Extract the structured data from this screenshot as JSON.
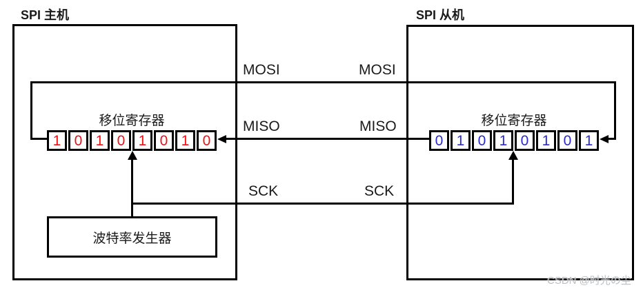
{
  "diagram": {
    "master": {
      "title": "SPI 主机",
      "register_label": "移位寄存器",
      "bits": [
        "1",
        "0",
        "1",
        "0",
        "1",
        "0",
        "1",
        "0"
      ],
      "baud_label": "波特率发生器"
    },
    "slave": {
      "title": "SPI 从机",
      "register_label": "移位寄存器",
      "bits": [
        "0",
        "1",
        "0",
        "1",
        "0",
        "1",
        "0",
        "1"
      ]
    },
    "signals": {
      "mosi_left": "MOSI",
      "mosi_right": "MOSI",
      "miso_left": "MISO",
      "miso_right": "MISO",
      "sck_left": "SCK",
      "sck_right": "SCK"
    },
    "watermark": "CSDN @时光の尘",
    "colors": {
      "line": "#000000",
      "master_bits": "#ed1111",
      "slave_bits": "#2a2ad5",
      "watermark": "#bdbfc2"
    }
  }
}
